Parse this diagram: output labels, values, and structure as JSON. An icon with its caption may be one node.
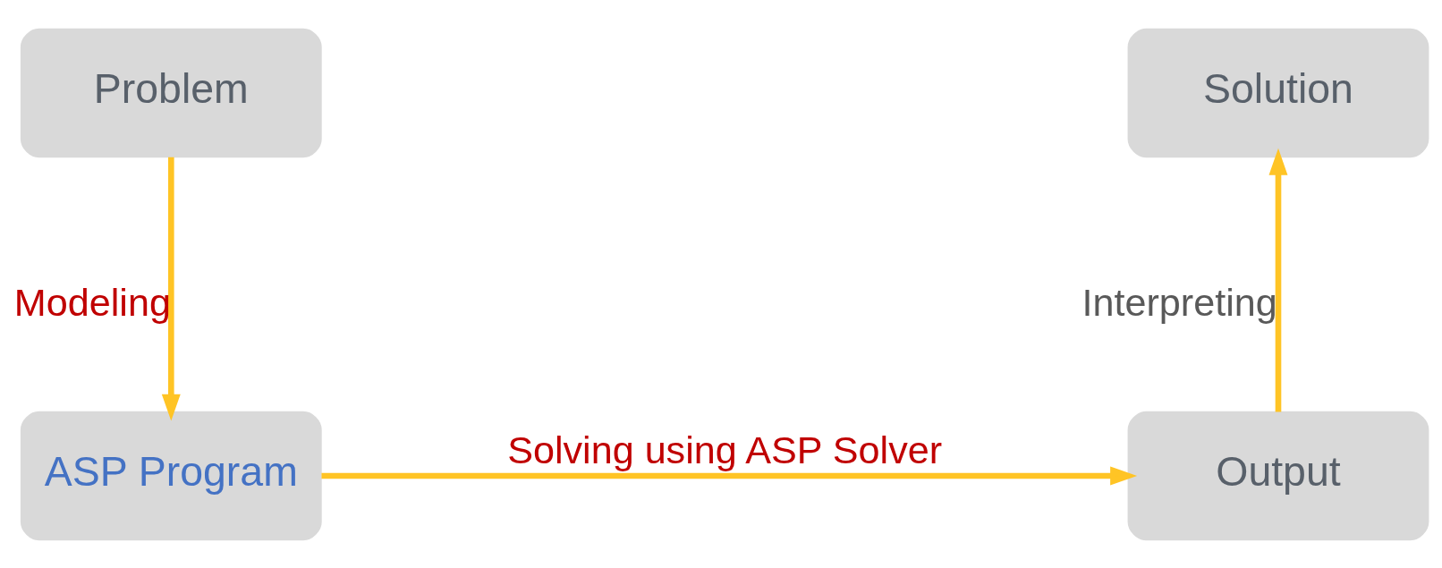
{
  "diagram": {
    "nodes": [
      {
        "text": [
          "Problem"
        ]
      },
      {
        "text": [
          "ASP Program"
        ]
      },
      {
        "text": [
          "Output"
        ]
      },
      {
        "text": [
          "Solution"
        ]
      }
    ],
    "edges": [
      {
        "from": 0,
        "to": 1,
        "arrow": "to",
        "label": "Modeling"
      },
      {
        "from": 1,
        "to": 2,
        "arrow": "to",
        "label": "Solving using ASP Solver"
      },
      {
        "from": 2,
        "to": 3,
        "arrow": "to",
        "label": "Interpreting"
      }
    ]
  }
}
